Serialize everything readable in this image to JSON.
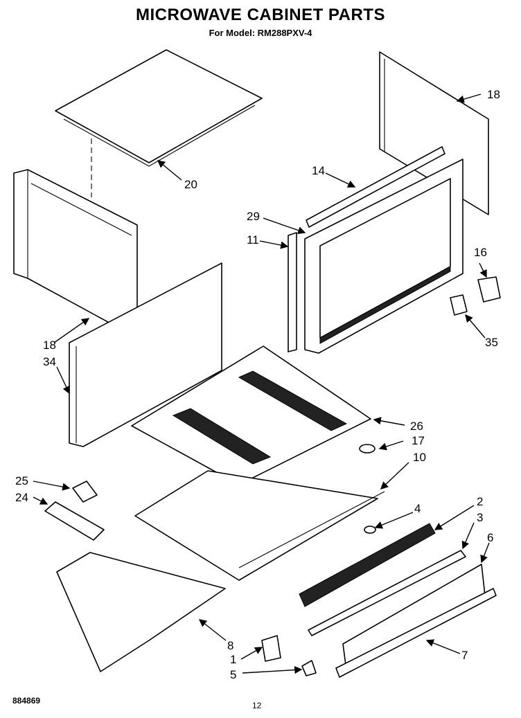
{
  "title": "MICROWAVE CABINET PARTS",
  "subtitle": "For Model: RM288PXV-4",
  "doc_number": "884869",
  "page_number": "12",
  "callouts": [
    "20",
    "18",
    "14",
    "29",
    "11",
    "16",
    "35",
    "18",
    "34",
    "26",
    "17",
    "10",
    "25",
    "24",
    "4",
    "2",
    "3",
    "6",
    "8",
    "1",
    "5",
    "7"
  ]
}
